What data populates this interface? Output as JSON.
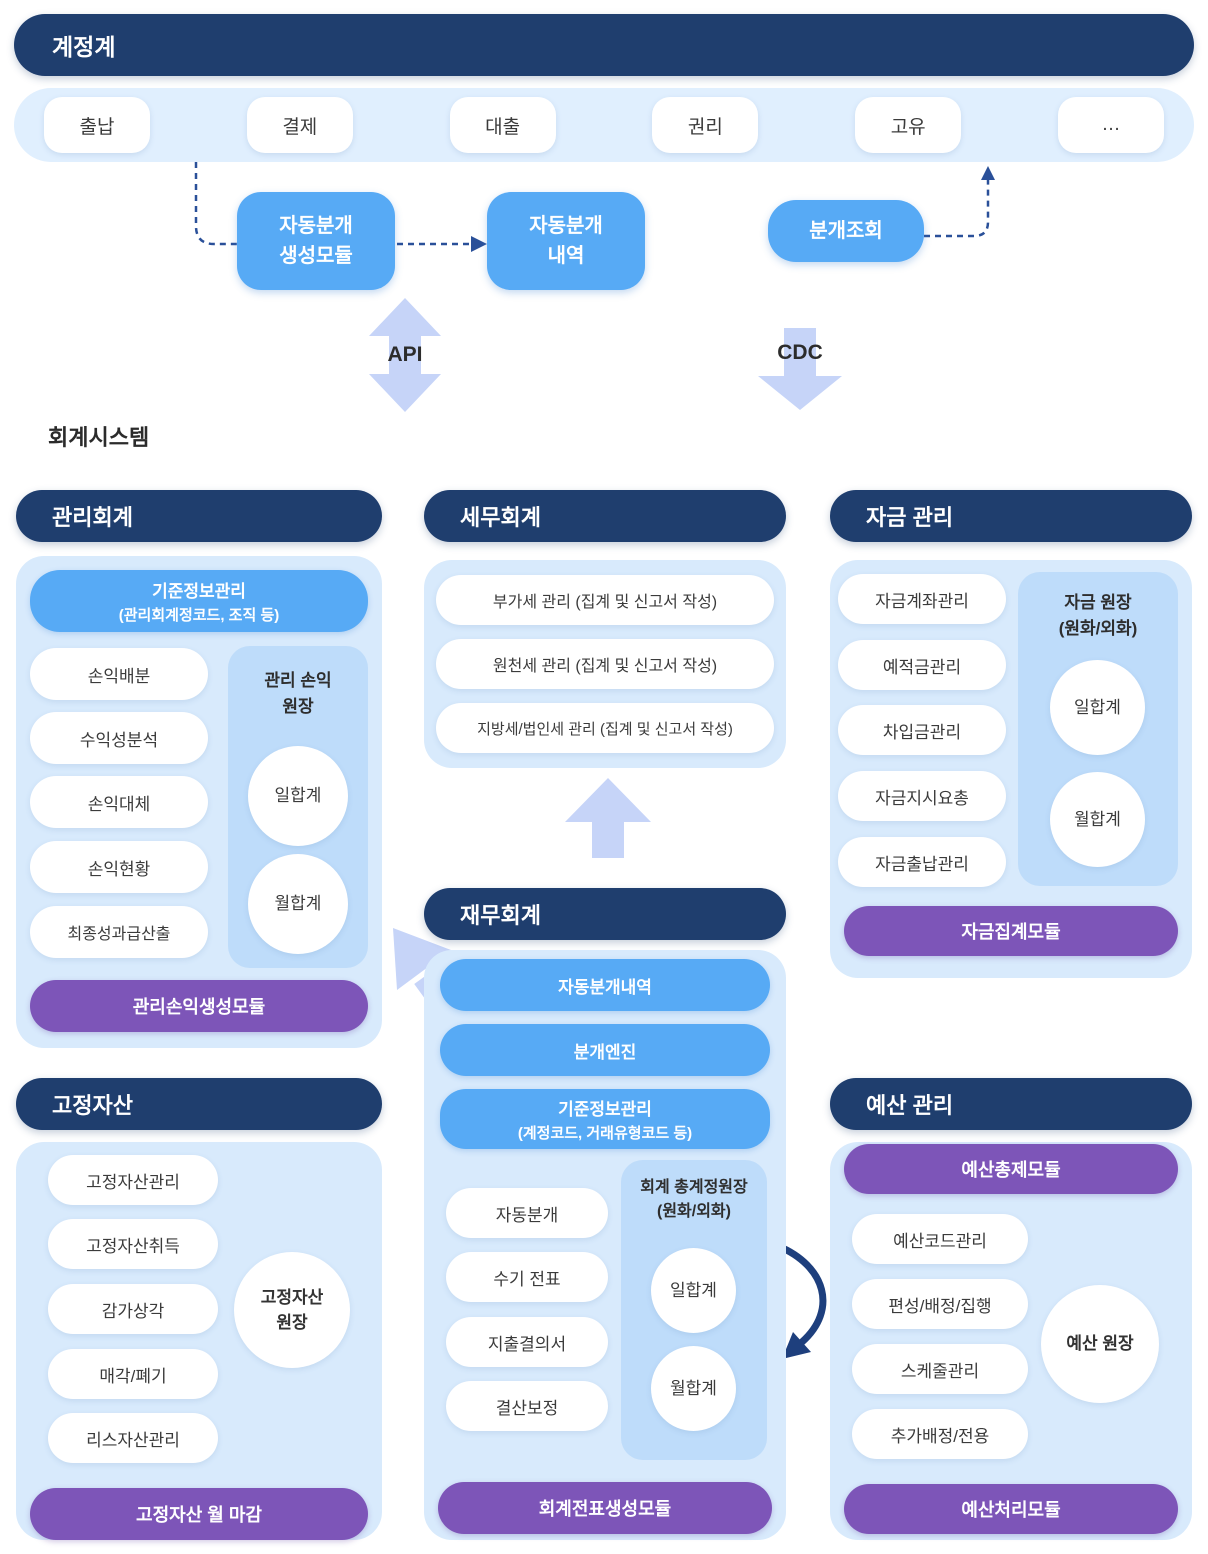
{
  "colors": {
    "navy": "#1f3e6e",
    "bright_blue": "#57aaf5",
    "panel_blue": "#d8eafc",
    "sub_panel_blue": "#bedcfa",
    "band_blue": "#e0effe",
    "purple": "#7d55b8",
    "lavender_arrow": "#c6d4f8",
    "dashed_line_navy": "#2a5099",
    "curved_arrow_navy": "#1e3f7d"
  },
  "core": {
    "title": "계정계",
    "systems": [
      "출납",
      "결제",
      "대출",
      "권리",
      "고유",
      "…"
    ]
  },
  "bridge": {
    "auto_journal_gen": [
      "자동분개",
      "생성모듈"
    ],
    "auto_journal_detail": [
      "자동분개",
      "내역"
    ],
    "journal_inquiry": "분개조회",
    "api_label": "API",
    "cdc_label": "CDC"
  },
  "system_label": "회계시스템",
  "mgmt": {
    "title": "관리회계",
    "master_info": [
      "기준정보관리",
      "(관리회계정코드, 조직 등)"
    ],
    "items": [
      "손익배분",
      "수익성분석",
      "손익대체",
      "손익현황",
      "최종성과급산출"
    ],
    "ledger": {
      "title": [
        "관리 손익",
        "원장"
      ],
      "daily": "일합계",
      "monthly": "월합계"
    },
    "module": "관리손익생성모듈"
  },
  "tax": {
    "title": "세무회계",
    "items": [
      "부가세 관리 (집계 및 신고서 작성)",
      "원천세 관리 (집계 및 신고서 작성)",
      "지방세/법인세 관리 (집계 및 신고서 작성)"
    ]
  },
  "fund": {
    "title": "자금 관리",
    "items": [
      "자금계좌관리",
      "예적금관리",
      "차입금관리",
      "자금지시요총",
      "자금출납관리"
    ],
    "ledger": {
      "title": [
        "자금 원장",
        "(원화/외화)"
      ],
      "daily": "일합계",
      "monthly": "월합계"
    },
    "module": "자금집계모듈"
  },
  "fin": {
    "title": "재무회계",
    "engine_bars": [
      [
        "자동분개내역"
      ],
      [
        "분개엔진"
      ],
      [
        "기준정보관리",
        "(계정코드, 거래유형코드 등)"
      ]
    ],
    "items": [
      "자동분개",
      "수기 전표",
      "지출결의서",
      "결산보정"
    ],
    "ledger": {
      "title": [
        "회계 총계정원장",
        "(원화/외화)"
      ],
      "daily": "일합계",
      "monthly": "월합계"
    },
    "module": "회계전표생성모듈"
  },
  "fixed": {
    "title": "고정자산",
    "items": [
      "고정자산관리",
      "고정자산취득",
      "감가상각",
      "매각/폐기",
      "리스자산관리"
    ],
    "ledger": [
      "고정자산",
      "원장"
    ],
    "module": "고정자산 월 마감"
  },
  "budget": {
    "title": "예산 관리",
    "control_module": "예산총제모듈",
    "items": [
      "예산코드관리",
      "편성/배정/집행",
      "스케줄관리",
      "추가배정/전용"
    ],
    "ledger": "예산 원장",
    "module": "예산처리모듈"
  }
}
